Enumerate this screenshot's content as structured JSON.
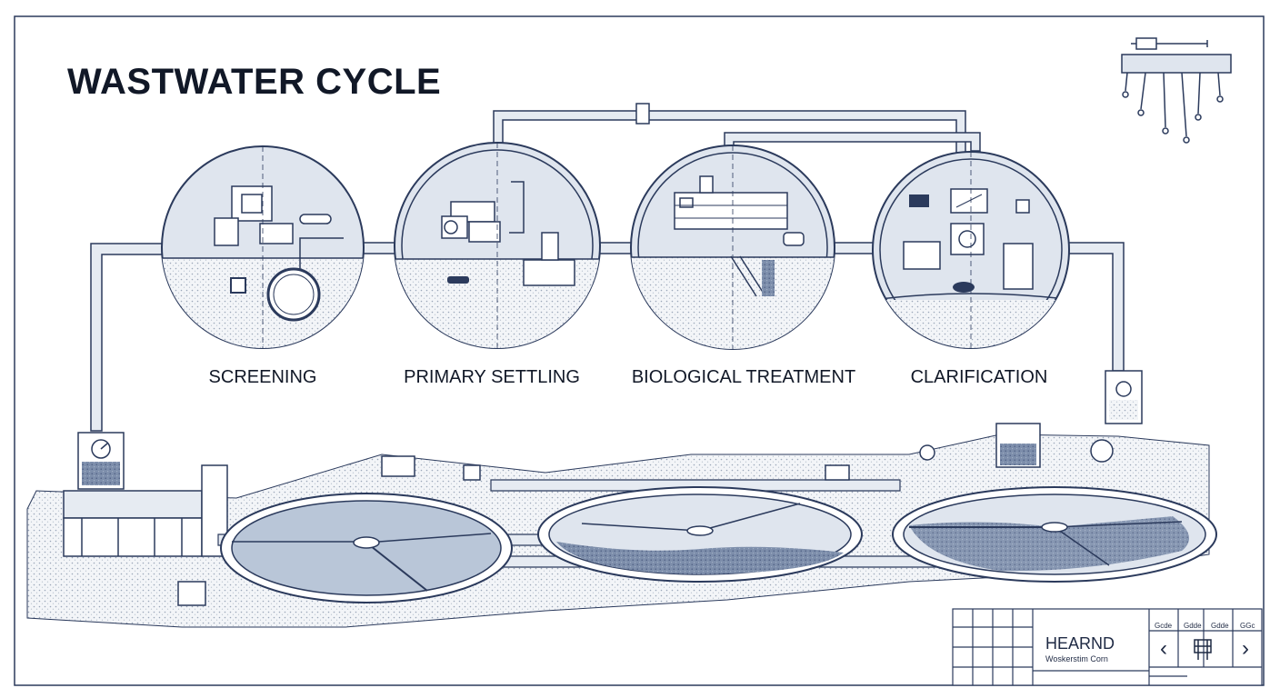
{
  "title": "WASTWATER CYCLE",
  "stages": [
    {
      "label": "SCREENING"
    },
    {
      "label": "PRIMARY SETTLING"
    },
    {
      "label": "BIOLOGICAL TREATMENT"
    },
    {
      "label": "CLARIFICATION"
    }
  ],
  "title_block": {
    "company": "HEARND",
    "subtitle": "Woskerstim Corn",
    "left_arrow": "‹",
    "right_arrow": "›",
    "codes": [
      "Gcde",
      "Gdde",
      "Gdde",
      "GGc"
    ]
  },
  "colors": {
    "ink": "#2b3a5c",
    "panel": "#dfe5ee",
    "water": "#b9c6d8",
    "sludge": "#5a6d8f",
    "ground": "#eef1f5"
  },
  "icons": [
    "aerator-icon",
    "gauge-icon",
    "control-panel-icon",
    "nav-left-icon",
    "nav-right-icon",
    "logo-icon"
  ]
}
